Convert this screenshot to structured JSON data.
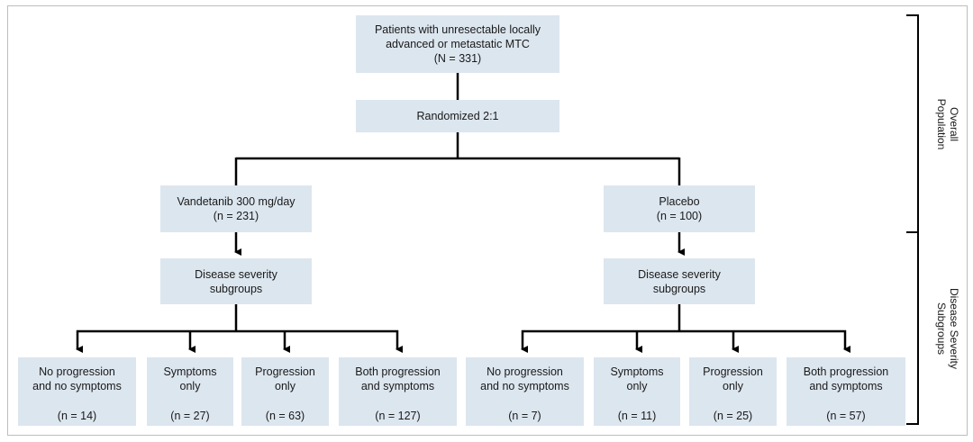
{
  "flowchart": {
    "top_box": {
      "line1": "Patients with unresectable locally",
      "line2": "advanced or metastatic MTC",
      "n": "(N = 331)"
    },
    "randomized": "Randomized 2:1",
    "vandetanib": {
      "title": "Vandetanib 300 mg/day",
      "n": "(n = 231)"
    },
    "placebo": {
      "title": "Placebo",
      "n": "(n = 100)"
    },
    "severity_left": {
      "line1": "Disease severity",
      "line2": "subgroups"
    },
    "severity_right": {
      "line1": "Disease severity",
      "line2": "subgroups"
    },
    "vandetanib_subgroups": [
      {
        "line1": "No progression",
        "line2": "and no symptoms",
        "n": "(n = 14)"
      },
      {
        "line1": "Symptoms",
        "line2": "only",
        "n": "(n = 27)"
      },
      {
        "line1": "Progression",
        "line2": "only",
        "n": "(n = 63)"
      },
      {
        "line1": "Both progression",
        "line2": "and symptoms",
        "n": "(n = 127)"
      }
    ],
    "placebo_subgroups": [
      {
        "line1": "No progression",
        "line2": "and no symptoms",
        "n": "(n = 7)"
      },
      {
        "line1": "Symptoms",
        "line2": "only",
        "n": "(n = 11)"
      },
      {
        "line1": "Progression",
        "line2": "only",
        "n": "(n = 25)"
      },
      {
        "line1": "Both progression",
        "line2": "and symptoms",
        "n": "(n = 57)"
      }
    ]
  },
  "side_labels": {
    "overall": {
      "line1": "Overall",
      "line2": "Population"
    },
    "subgroups": {
      "line1": "Disease Severity",
      "line2": "Subgroups"
    }
  },
  "colors": {
    "box_fill": "#dce6ef",
    "line": "#000000",
    "frame": "#bdbdbd"
  }
}
